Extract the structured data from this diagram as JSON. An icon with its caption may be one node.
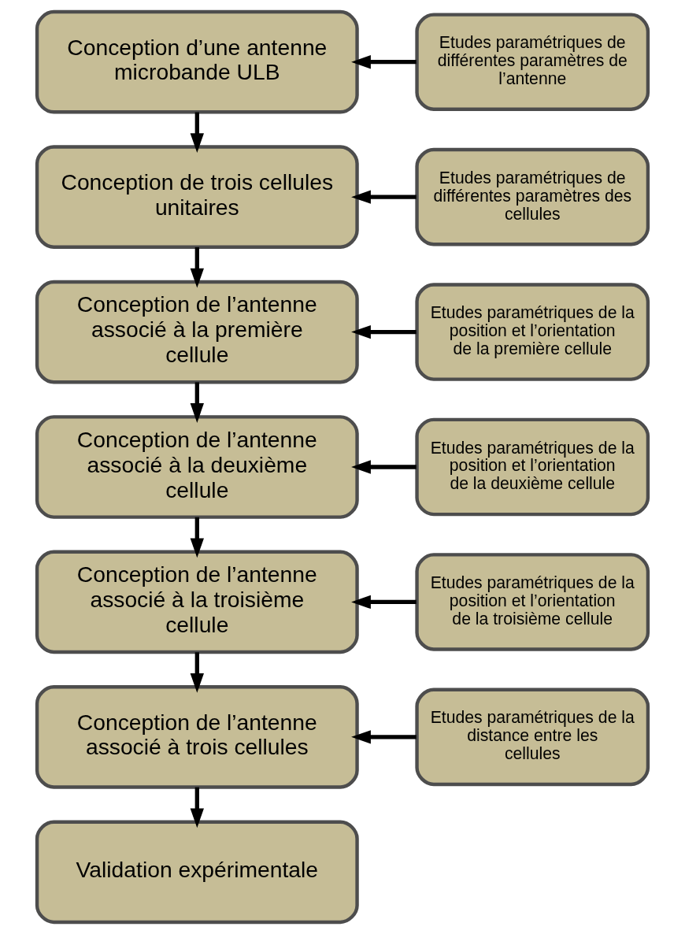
{
  "diagram": {
    "nodes": [
      {
        "text": [
          "Conception d’une antenne microbande ULB"
        ]
      },
      {
        "text": [
          "Etudes paramétriques de différentes paramètres de l’antenne"
        ]
      },
      {
        "text": [
          "Conception de trois cellules unitaires"
        ]
      },
      {
        "text": [
          "Etudes paramétriques de différentes paramètres des cellules"
        ]
      },
      {
        "text": [
          "Conception de l’antenne associé à la première cellule"
        ]
      },
      {
        "text": [
          "Etudes paramétriques de la position et l’orientation de la première cellule"
        ]
      },
      {
        "text": [
          "Conception de l’antenne associé à la deuxième cellule"
        ]
      },
      {
        "text": [
          "Etudes paramétriques de la position et l’orientation de la deuxième cellule"
        ]
      },
      {
        "text": [
          "Conception de l’antenne associé à la troisième cellule"
        ]
      },
      {
        "text": [
          "Etudes paramétriques de la position et l’orientation de la troisième cellule"
        ]
      },
      {
        "text": [
          "Conception de l’antenne associé à trois cellules"
        ]
      },
      {
        "text": [
          "Etudes paramétriques de la distance entre les cellules"
        ]
      },
      {
        "text": [
          "Validation expérimentale"
        ]
      }
    ],
    "edges": [
      {
        "from": 1,
        "to": 0,
        "arrow": "to"
      },
      {
        "from": 0,
        "to": 2,
        "arrow": "to"
      },
      {
        "from": 3,
        "to": 2,
        "arrow": "to"
      },
      {
        "from": 2,
        "to": 4,
        "arrow": "to"
      },
      {
        "from": 5,
        "to": 4,
        "arrow": "to"
      },
      {
        "from": 4,
        "to": 6,
        "arrow": "to"
      },
      {
        "from": 7,
        "to": 6,
        "arrow": "to"
      },
      {
        "from": 6,
        "to": 8,
        "arrow": "to"
      },
      {
        "from": 9,
        "to": 8,
        "arrow": "to"
      },
      {
        "from": 8,
        "to": 10,
        "arrow": "to"
      },
      {
        "from": 11,
        "to": 10,
        "arrow": "to"
      },
      {
        "from": 10,
        "to": 12,
        "arrow": "to"
      }
    ]
  }
}
